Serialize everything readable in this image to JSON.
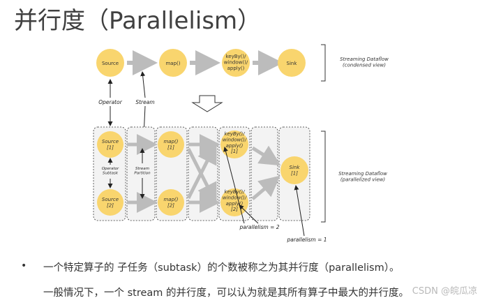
{
  "title": "并行度（Parallelism）",
  "condensed": {
    "nodes": [
      "Source",
      "map()",
      "keyBy()/\nwindow()/\napply()",
      "Sink"
    ],
    "caption": "Streaming Dataflow\n(condensed view)"
  },
  "labels": {
    "operator": "Operator",
    "stream": "Stream",
    "operator_subtask": "Operator\nSubtask",
    "stream_partition": "Stream\nPartition",
    "parallelism_2": "parallelism = 2",
    "parallelism_1": "parallelism = 1"
  },
  "parallel": {
    "top": [
      "Source\n[1]",
      "map()\n[1]",
      "keyBy()/\nwindow()/\napply()\n[1]"
    ],
    "bottom": [
      "Source\n[2]",
      "map()\n[2]",
      "keyBy()/\nwindow()/\napply()\n[2]"
    ],
    "sink": "Sink\n[1]",
    "caption": "Streaming Dataflow\n(parallelized view)"
  },
  "bullets": [
    "一个特定算子的 子任务（subtask）的个数被称之为其并行度（parallelism）。",
    "一般情况下，一个 stream 的并行度，可以认为就是其所有算子中最大的并行度。"
  ],
  "watermark": "CSDN @皖瓜凉",
  "colors": {
    "node": "#f9d56e",
    "arrow": "#bcbcbc",
    "text": "#333333"
  }
}
